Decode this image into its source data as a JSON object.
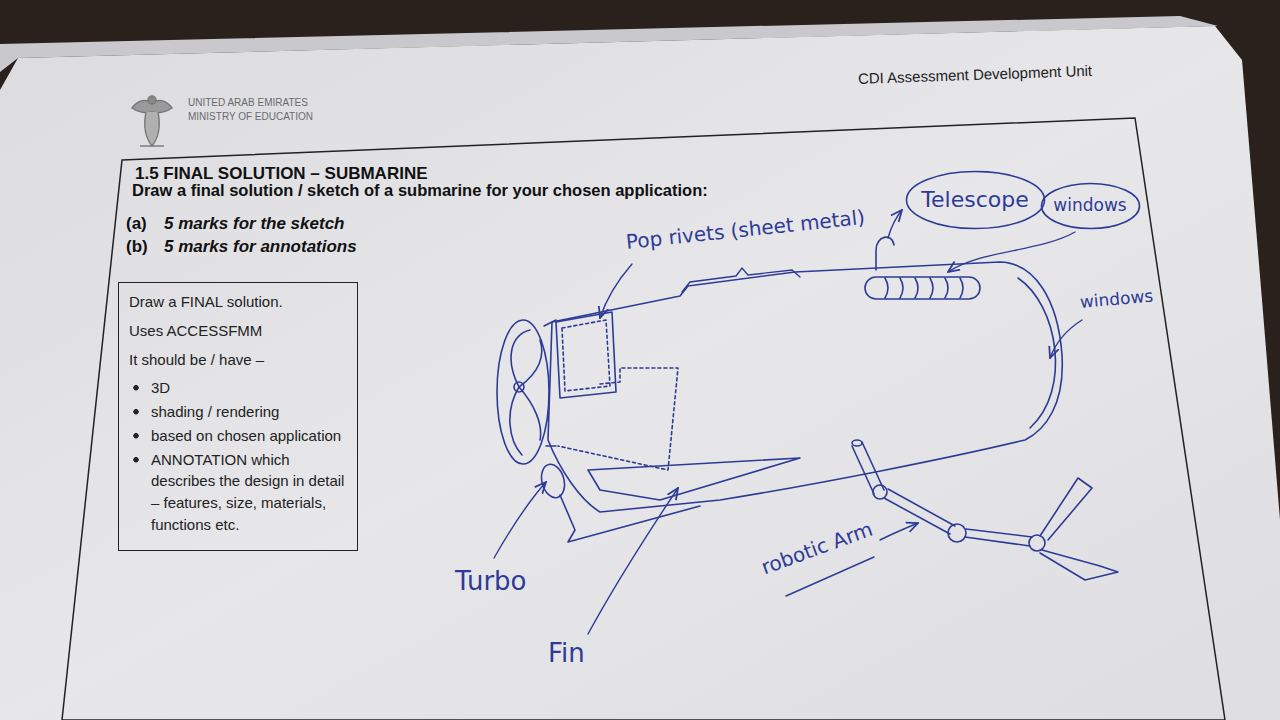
{
  "diagram": {
    "title": "1.5 FINAL SOLUTION – SUBMARINE",
    "nodes": [
      {
        "text": [
          "Draw a FINAL solution.",
          "Uses ACCESSFMM",
          "It should be / have –",
          "3D",
          "shading / rendering",
          "based on chosen application",
          "ANNOTATION which describes the design in detail – features, size, materials, functions etc."
        ]
      },
      {
        "text": [
          "Telescope"
        ]
      },
      {
        "text": [
          "windows"
        ]
      }
    ],
    "labels": [
      "UNITED ARAB EMIRATES",
      "MINISTRY OF EDUCATION",
      "CDI Assessment Development Unit",
      "Draw a final solution / sketch of a submarine for your chosen application:",
      "(a)",
      "5 marks for the sketch",
      "(b)",
      "5 marks for annotations",
      "Pop rivets (sheet metal)",
      "windows",
      "Turbo",
      "Fin",
      "robotic Arm"
    ]
  }
}
